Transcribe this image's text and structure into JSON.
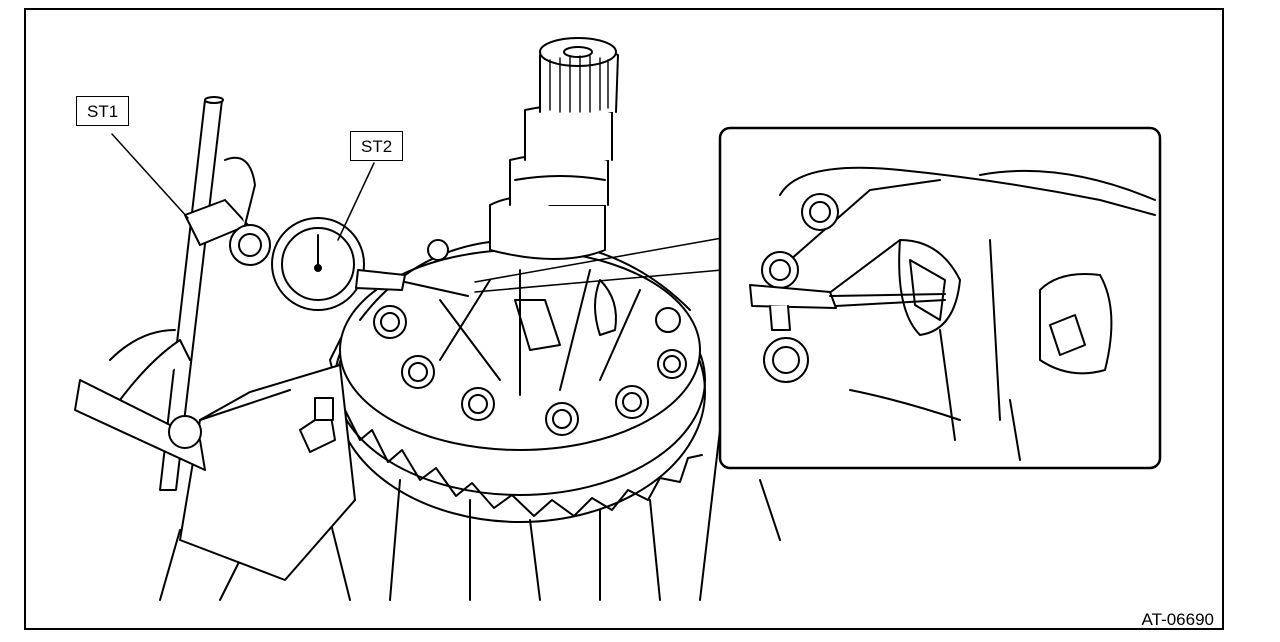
{
  "labels": {
    "st1": "ST1",
    "st2": "ST2"
  },
  "figure_id": "AT-06690",
  "colors": {
    "line": "#000000",
    "fill": "#ffffff"
  }
}
